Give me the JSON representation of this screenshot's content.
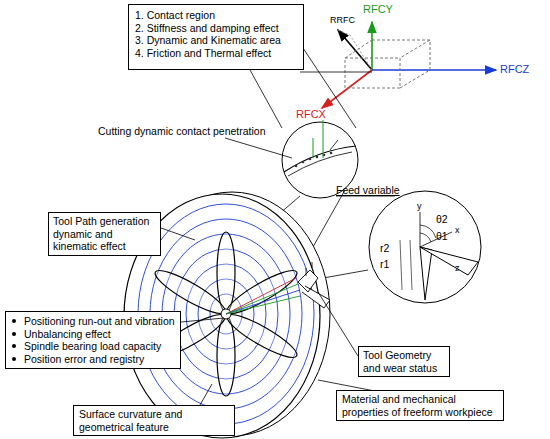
{
  "diagram": {
    "nodes": [
      {
        "text": [
          "1. Contact region",
          "2. Stiffness and damping effect",
          "3. Dynamic and Kinematic area",
          "4. Friction and Thermal effect"
        ]
      },
      {
        "text": [
          "Tool Path generation dynamic and kinematic effect"
        ]
      },
      {
        "text": [
          "Positioning run-out and vibration",
          "Unbalancing effect",
          "Spindle bearing load capacity",
          "Position error and registry"
        ]
      },
      {
        "text": [
          "Tool Geometry and wear status"
        ]
      },
      {
        "text": [
          "Material and mechanical properties of freeform workpiece"
        ]
      },
      {
        "text": [
          "Surface curvature and geometrical feature"
        ]
      }
    ],
    "labels": [
      "RFCY",
      "RFCZ",
      "RFCX",
      "RRFC",
      "Cutting dynamic contact penetration",
      "Feed variable",
      "θ2",
      "θ1",
      "r2",
      "r1",
      "y",
      "x",
      "z"
    ]
  }
}
